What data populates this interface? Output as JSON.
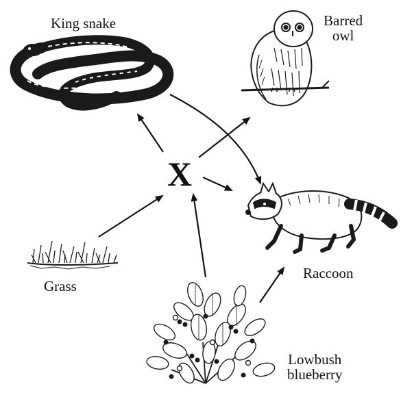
{
  "center": {
    "label": "X"
  },
  "organisms": {
    "king_snake": {
      "label": "King snake",
      "icon": "snake-icon"
    },
    "barred_owl": {
      "line1": "Barred",
      "line2": "owl",
      "icon": "owl-icon"
    },
    "raccoon": {
      "label": "Raccoon",
      "icon": "raccoon-icon"
    },
    "grass": {
      "label": "Grass",
      "icon": "grass-icon"
    },
    "lowbush_blueberry": {
      "line1": "Lowbush",
      "line2": "blueberry",
      "icon": "blueberry-bush-icon"
    }
  },
  "arrows": [
    {
      "from": "X",
      "to": "King snake"
    },
    {
      "from": "X",
      "to": "Barred owl"
    },
    {
      "from": "X",
      "to": "Raccoon"
    },
    {
      "from": "King snake",
      "to": "Raccoon"
    },
    {
      "from": "Grass",
      "to": "X"
    },
    {
      "from": "Lowbush blueberry",
      "to": "X"
    },
    {
      "from": "Lowbush blueberry",
      "to": "Raccoon"
    }
  ]
}
